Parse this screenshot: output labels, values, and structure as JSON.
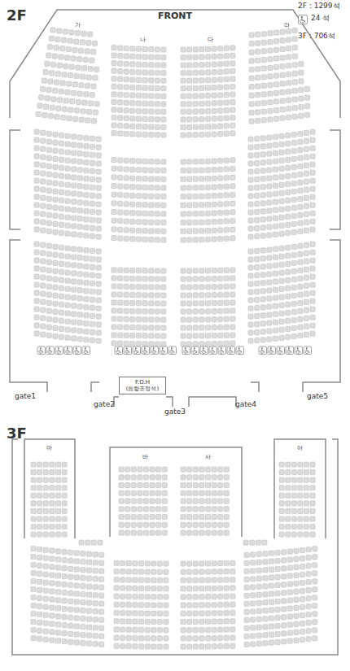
{
  "diagram": {
    "nodes": [
      {
        "text": [
          "F.O.H",
          "(음향조정석)"
        ]
      }
    ],
    "labels": [
      "2F",
      "FRONT",
      "가",
      "나",
      "다",
      "라",
      "gate1",
      "gate2",
      "gate3",
      "gate4",
      "gate5",
      "3F",
      "마",
      "바",
      "사",
      "아",
      "2F : 1299석",
      "3F : 706석"
    ],
    "legend": [
      {
        "text": "24 석"
      }
    ]
  }
}
